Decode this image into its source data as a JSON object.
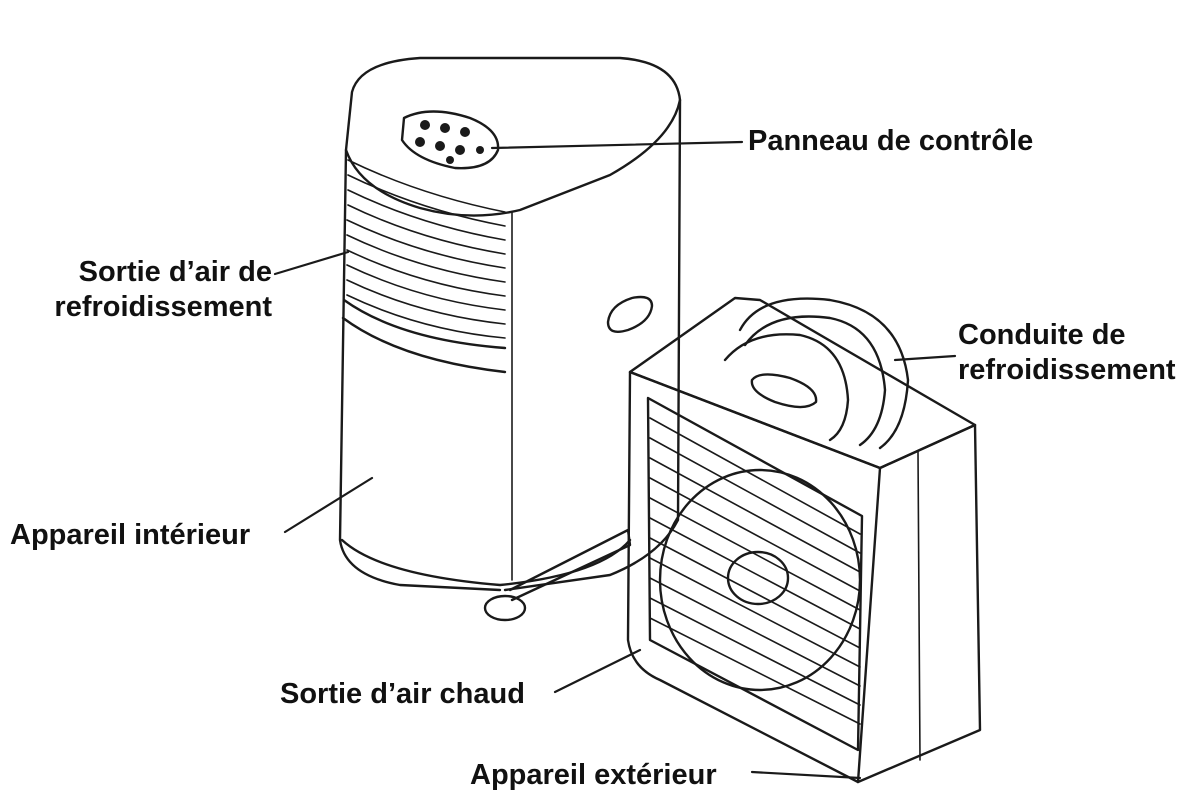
{
  "labels": {
    "control_panel": "Panneau de contrôle",
    "cooling_outlet_line1": "Sortie d’air de",
    "cooling_outlet_line2": "refroidissement",
    "cooling_duct_line1": "Conduite de",
    "cooling_duct_line2": "refroidissement",
    "indoor_unit": "Appareil intérieur",
    "hot_air_outlet": "Sortie d’air chaud",
    "outdoor_unit": "Appareil extérieur"
  },
  "colors": {
    "ink": "#1a1a1a",
    "background": "#ffffff"
  }
}
